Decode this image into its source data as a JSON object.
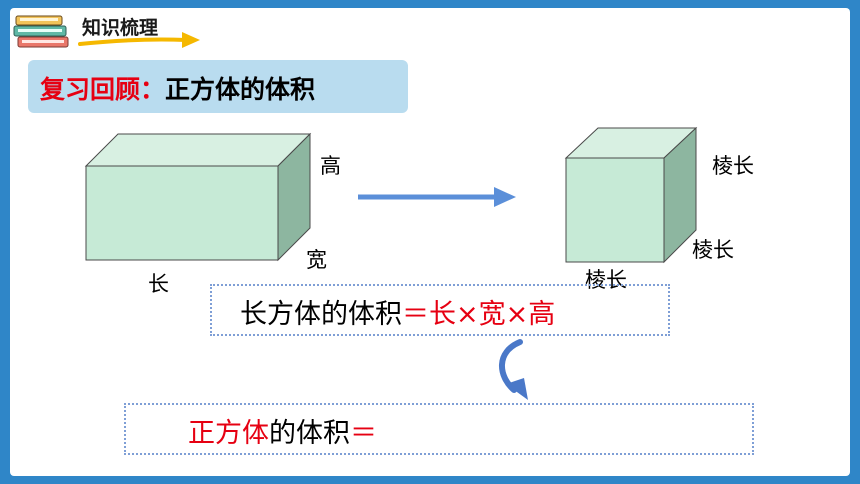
{
  "header": {
    "section_title": "知识梳理"
  },
  "review": {
    "prefix": "复习回顾：",
    "topic": "正方体的体积"
  },
  "cuboid": {
    "height_label": "高",
    "width_label": "宽",
    "length_label": "长"
  },
  "cube": {
    "edge_label_top": "棱长",
    "edge_label_side": "棱长",
    "edge_label_bottom": "棱长"
  },
  "formula_cuboid": {
    "subject": "长方体的体积",
    "equals_expr": "＝长×宽×高"
  },
  "formula_cube": {
    "subject_red": "正方体",
    "subject_black": "的体积",
    "equals": "＝"
  },
  "colors": {
    "background": "#2f86c8",
    "accent_red": "#e60012",
    "shape_front": "#c6ead6",
    "shape_side": "#8db6a0",
    "arrow_blue": "#5b8fd9"
  }
}
